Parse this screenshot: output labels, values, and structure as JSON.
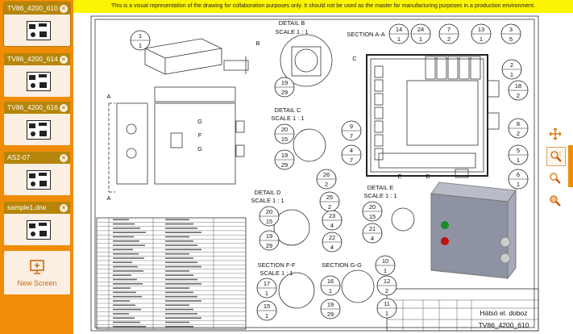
{
  "banner": {
    "text": "This is a visual representation of the drawing for collaboration purposes only. It should not be used as the master for manufacturing purposes in a production environment."
  },
  "sidebar": {
    "screens": [
      {
        "name": "TV86_4200_610",
        "active": true
      },
      {
        "name": "TV86_4200_614",
        "active": false
      },
      {
        "name": "TV86_4200_616",
        "active": false
      },
      {
        "name": "AS2-07",
        "active": false
      },
      {
        "name": "sample1.drw",
        "active": false
      }
    ],
    "close_glyph": "×",
    "new_screen_label": "New Screen"
  },
  "tools": [
    {
      "name": "pan-icon"
    },
    {
      "name": "zoom-window-icon",
      "selected": true
    },
    {
      "name": "zoom-out-icon"
    },
    {
      "name": "zoom-in-icon"
    }
  ],
  "drawing": {
    "labels": {
      "detail_b": "DETAIL B",
      "detail_b_scale": "SCALE 1 : 1",
      "section_aa": "SECTION A-A",
      "detail_c": "DETAIL C",
      "detail_c_scale": "SCALE 1 : 1",
      "detail_d": "DETAIL D",
      "detail_d_scale": "SCALE 1 : 1",
      "detail_e": "DETAIL E",
      "detail_e_scale": "SCALE 1 : 1",
      "section_ff": "SECTION F-F",
      "section_ff_scale": "SCALE 1 : 1",
      "section_gg": "SECTION G-G",
      "letter_a": "A",
      "letter_a2": "A",
      "letter_b": "B",
      "letter_c": "C",
      "letter_d": "D",
      "letter_e": "E",
      "letter_g": "G",
      "letter_f": "F",
      "letter_g2": "G"
    },
    "balloons": [
      [
        "1",
        "1"
      ],
      [
        "14",
        "1"
      ],
      [
        "24",
        "1"
      ],
      [
        "7",
        "2"
      ],
      [
        "13",
        "1"
      ],
      [
        "3",
        "5"
      ],
      [
        "2",
        "1"
      ],
      [
        "18",
        "2"
      ],
      [
        "8",
        "2"
      ],
      [
        "5",
        "1"
      ],
      [
        "6",
        "1"
      ],
      [
        "9",
        "7"
      ],
      [
        "4",
        "7"
      ],
      [
        "19",
        "29"
      ],
      [
        "20",
        "15"
      ],
      [
        "19",
        "29"
      ],
      [
        "26",
        "2"
      ],
      [
        "25",
        "2"
      ],
      [
        "20",
        "15"
      ],
      [
        "19",
        "29"
      ],
      [
        "23",
        "4"
      ],
      [
        "22",
        "4"
      ],
      [
        "20",
        "15"
      ],
      [
        "21",
        "4"
      ],
      [
        "10",
        "1"
      ],
      [
        "12",
        "2"
      ],
      [
        "11",
        "1"
      ],
      [
        "16",
        "1"
      ],
      [
        "19",
        "29"
      ],
      [
        "17",
        "1"
      ],
      [
        "15",
        "1"
      ]
    ],
    "title_block": {
      "title": "Hátsó el. doboz",
      "number": "TV86_4200_610"
    },
    "colors": {
      "accent": "#ef8d06",
      "banner": "#fbf404",
      "header": "#b5860b"
    }
  }
}
